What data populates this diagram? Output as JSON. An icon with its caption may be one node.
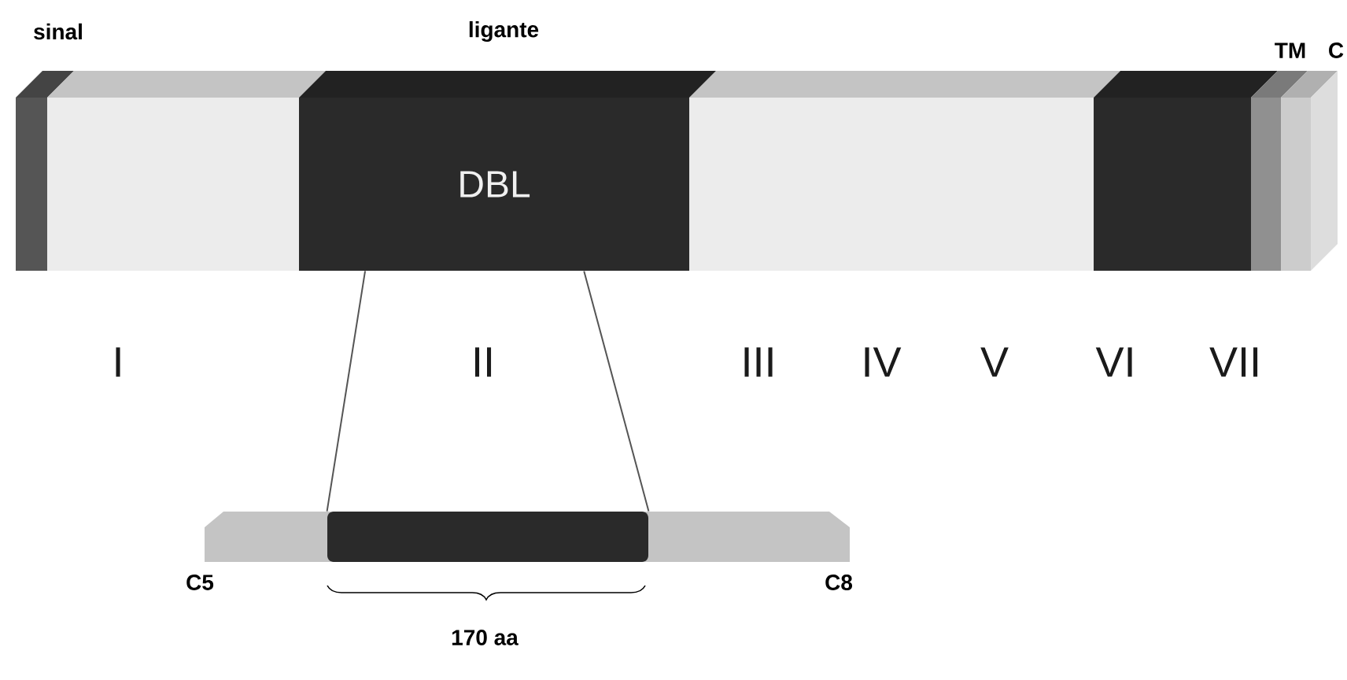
{
  "diagram": {
    "nodes": [
      {
        "text": [
          "DBL"
        ]
      },
      {
        "text": [],
        "shape": "bar"
      }
    ],
    "edges": [
      {
        "from": 0,
        "to": 1,
        "arrow": "none"
      },
      {
        "from": 0,
        "to": 1,
        "arrow": "none"
      }
    ],
    "labels": [
      "sinal",
      "ligante",
      "TM",
      "C",
      "I",
      "II",
      "III",
      "IV",
      "V",
      "VI",
      "VII",
      "C5",
      "C8",
      "170 aa"
    ]
  }
}
